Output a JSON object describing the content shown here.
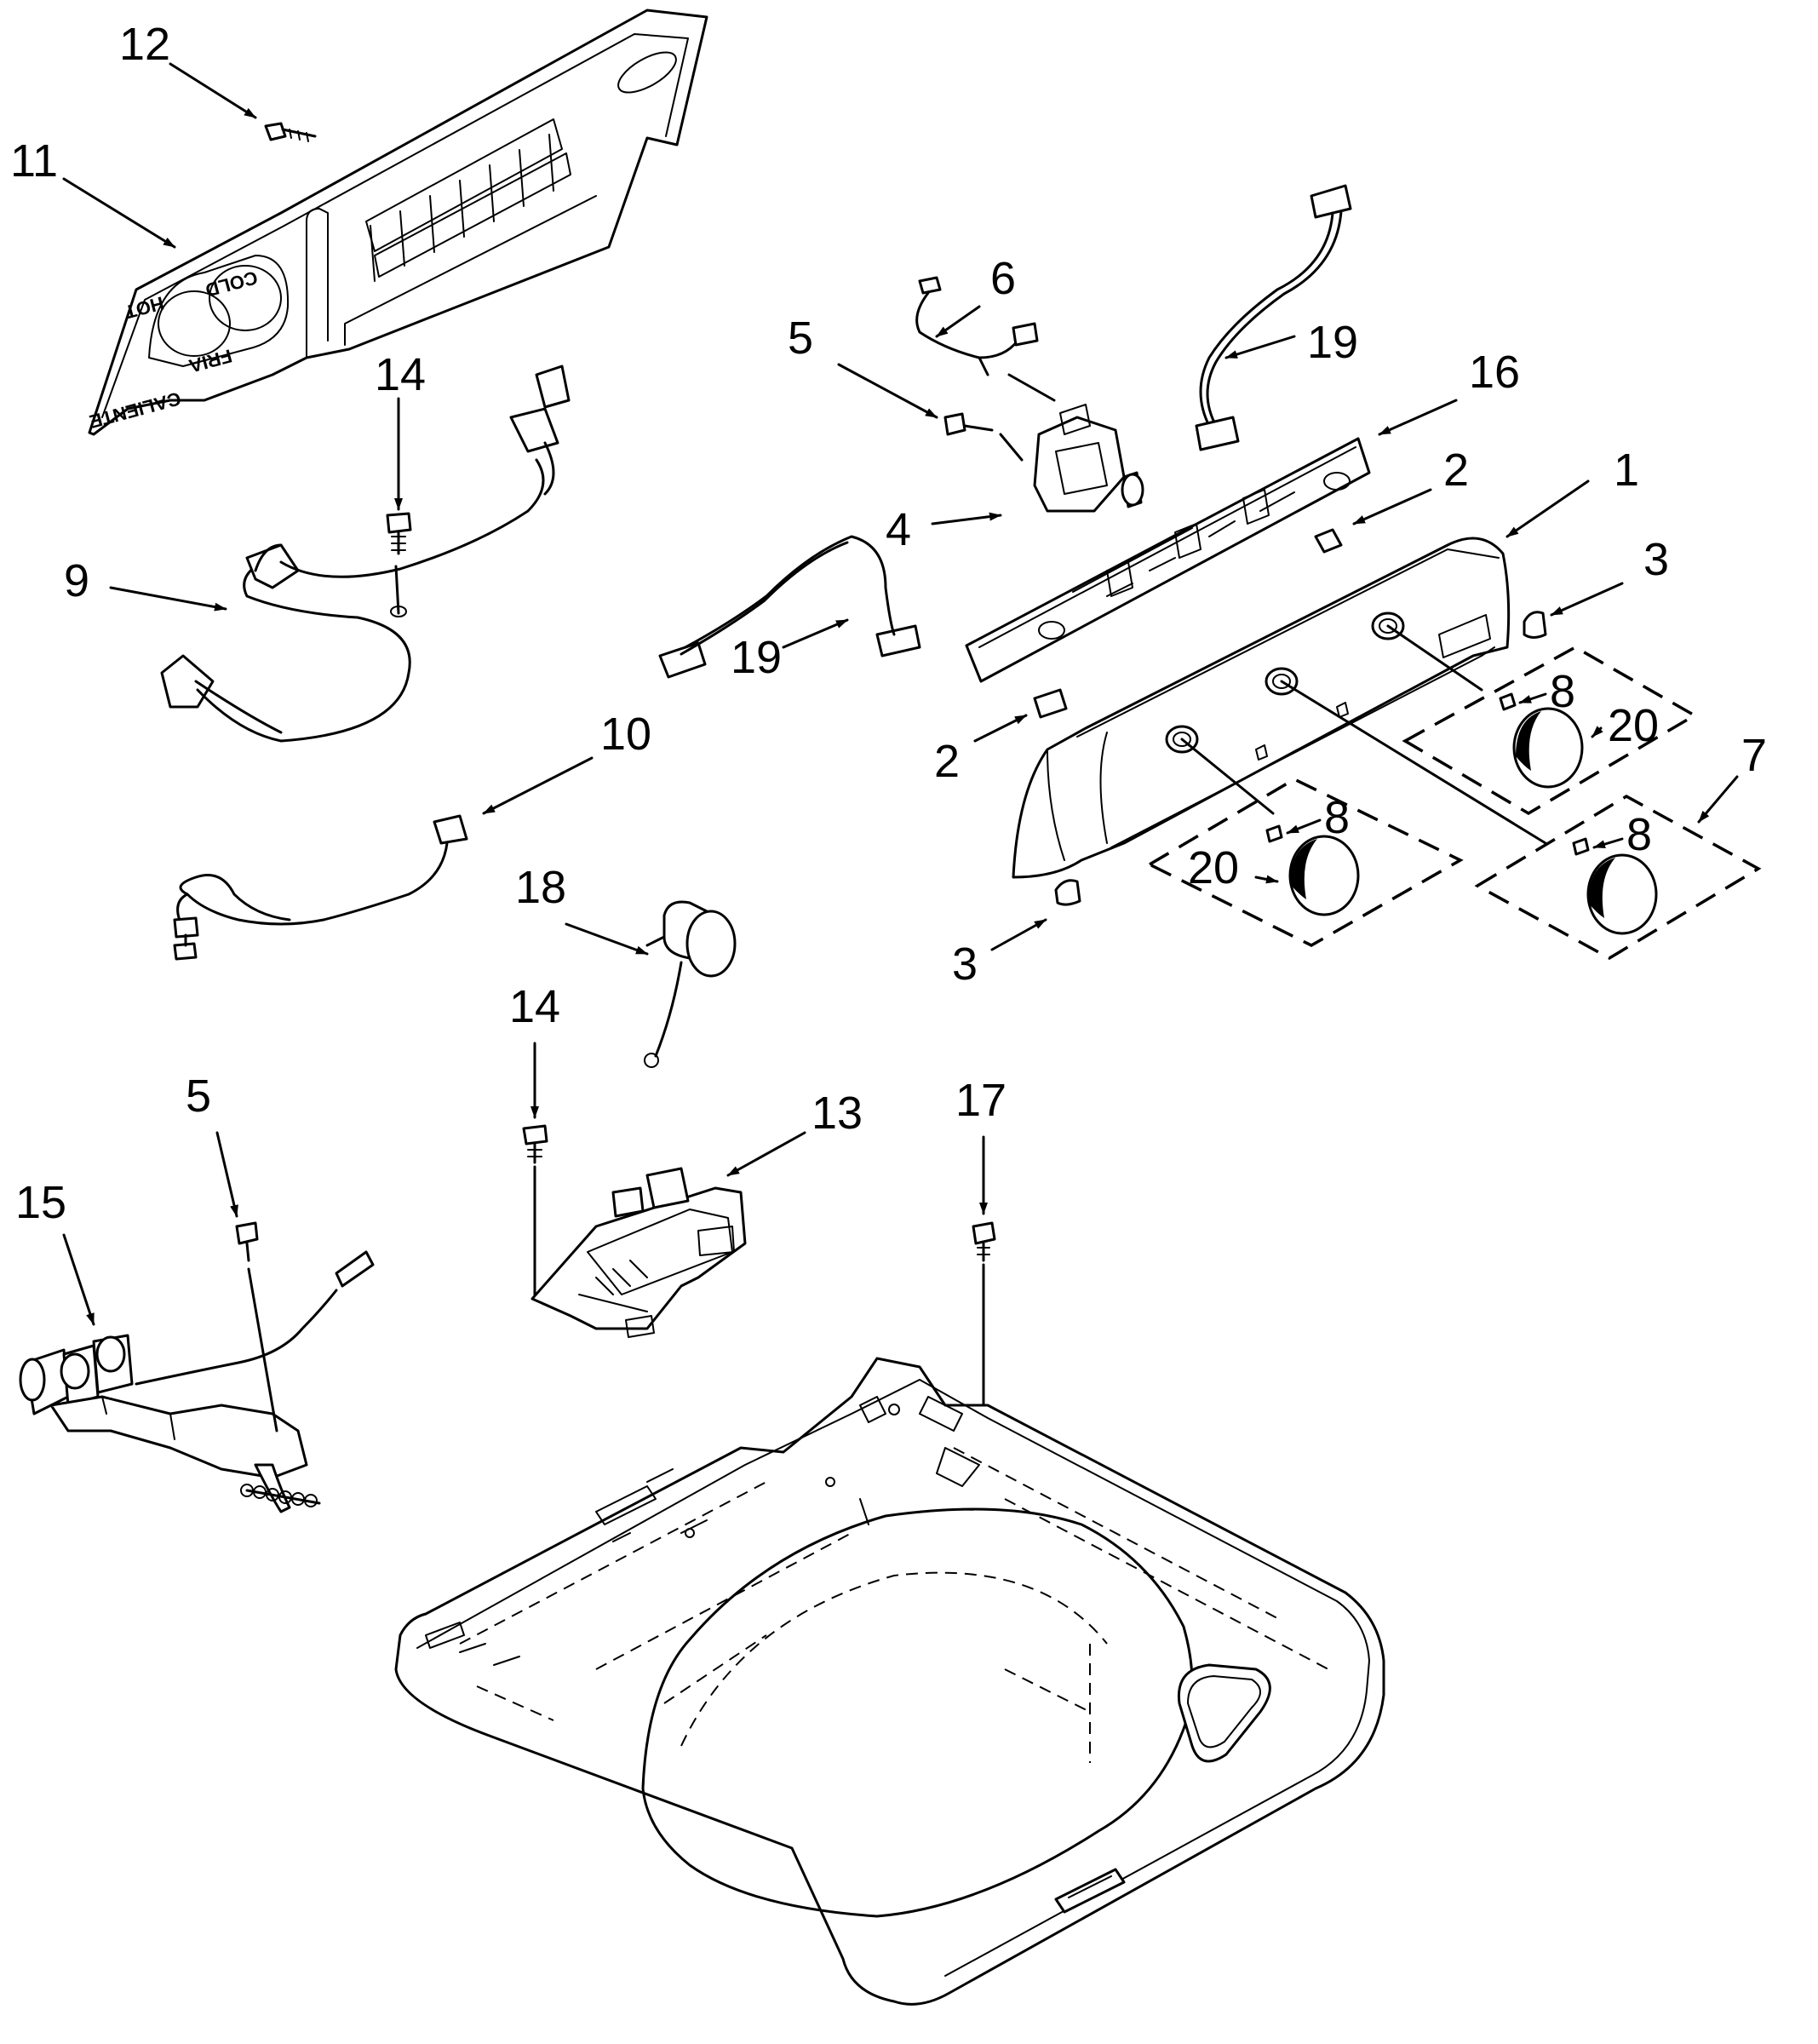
{
  "diagram": {
    "callouts": {
      "c1": "1",
      "c2a": "2",
      "c2b": "2",
      "c3a": "3",
      "c3b": "3",
      "c4": "4",
      "c5a": "5",
      "c5b": "5",
      "c6": "6",
      "c7": "7",
      "c8a": "8",
      "c8b": "8",
      "c8c": "8",
      "c9": "9",
      "c10": "10",
      "c11": "11",
      "c12": "12",
      "c13": "13",
      "c14a": "14",
      "c14b": "14",
      "c15": "15",
      "c16": "16",
      "c17": "17",
      "c18": "18",
      "c19a": "19",
      "c19b": "19",
      "c20a": "20",
      "c20b": "20"
    },
    "embossed_text": {
      "hot": "HOT",
      "cold": "COLD",
      "fria": "FRIA",
      "caliente": "CALIENTE"
    }
  }
}
